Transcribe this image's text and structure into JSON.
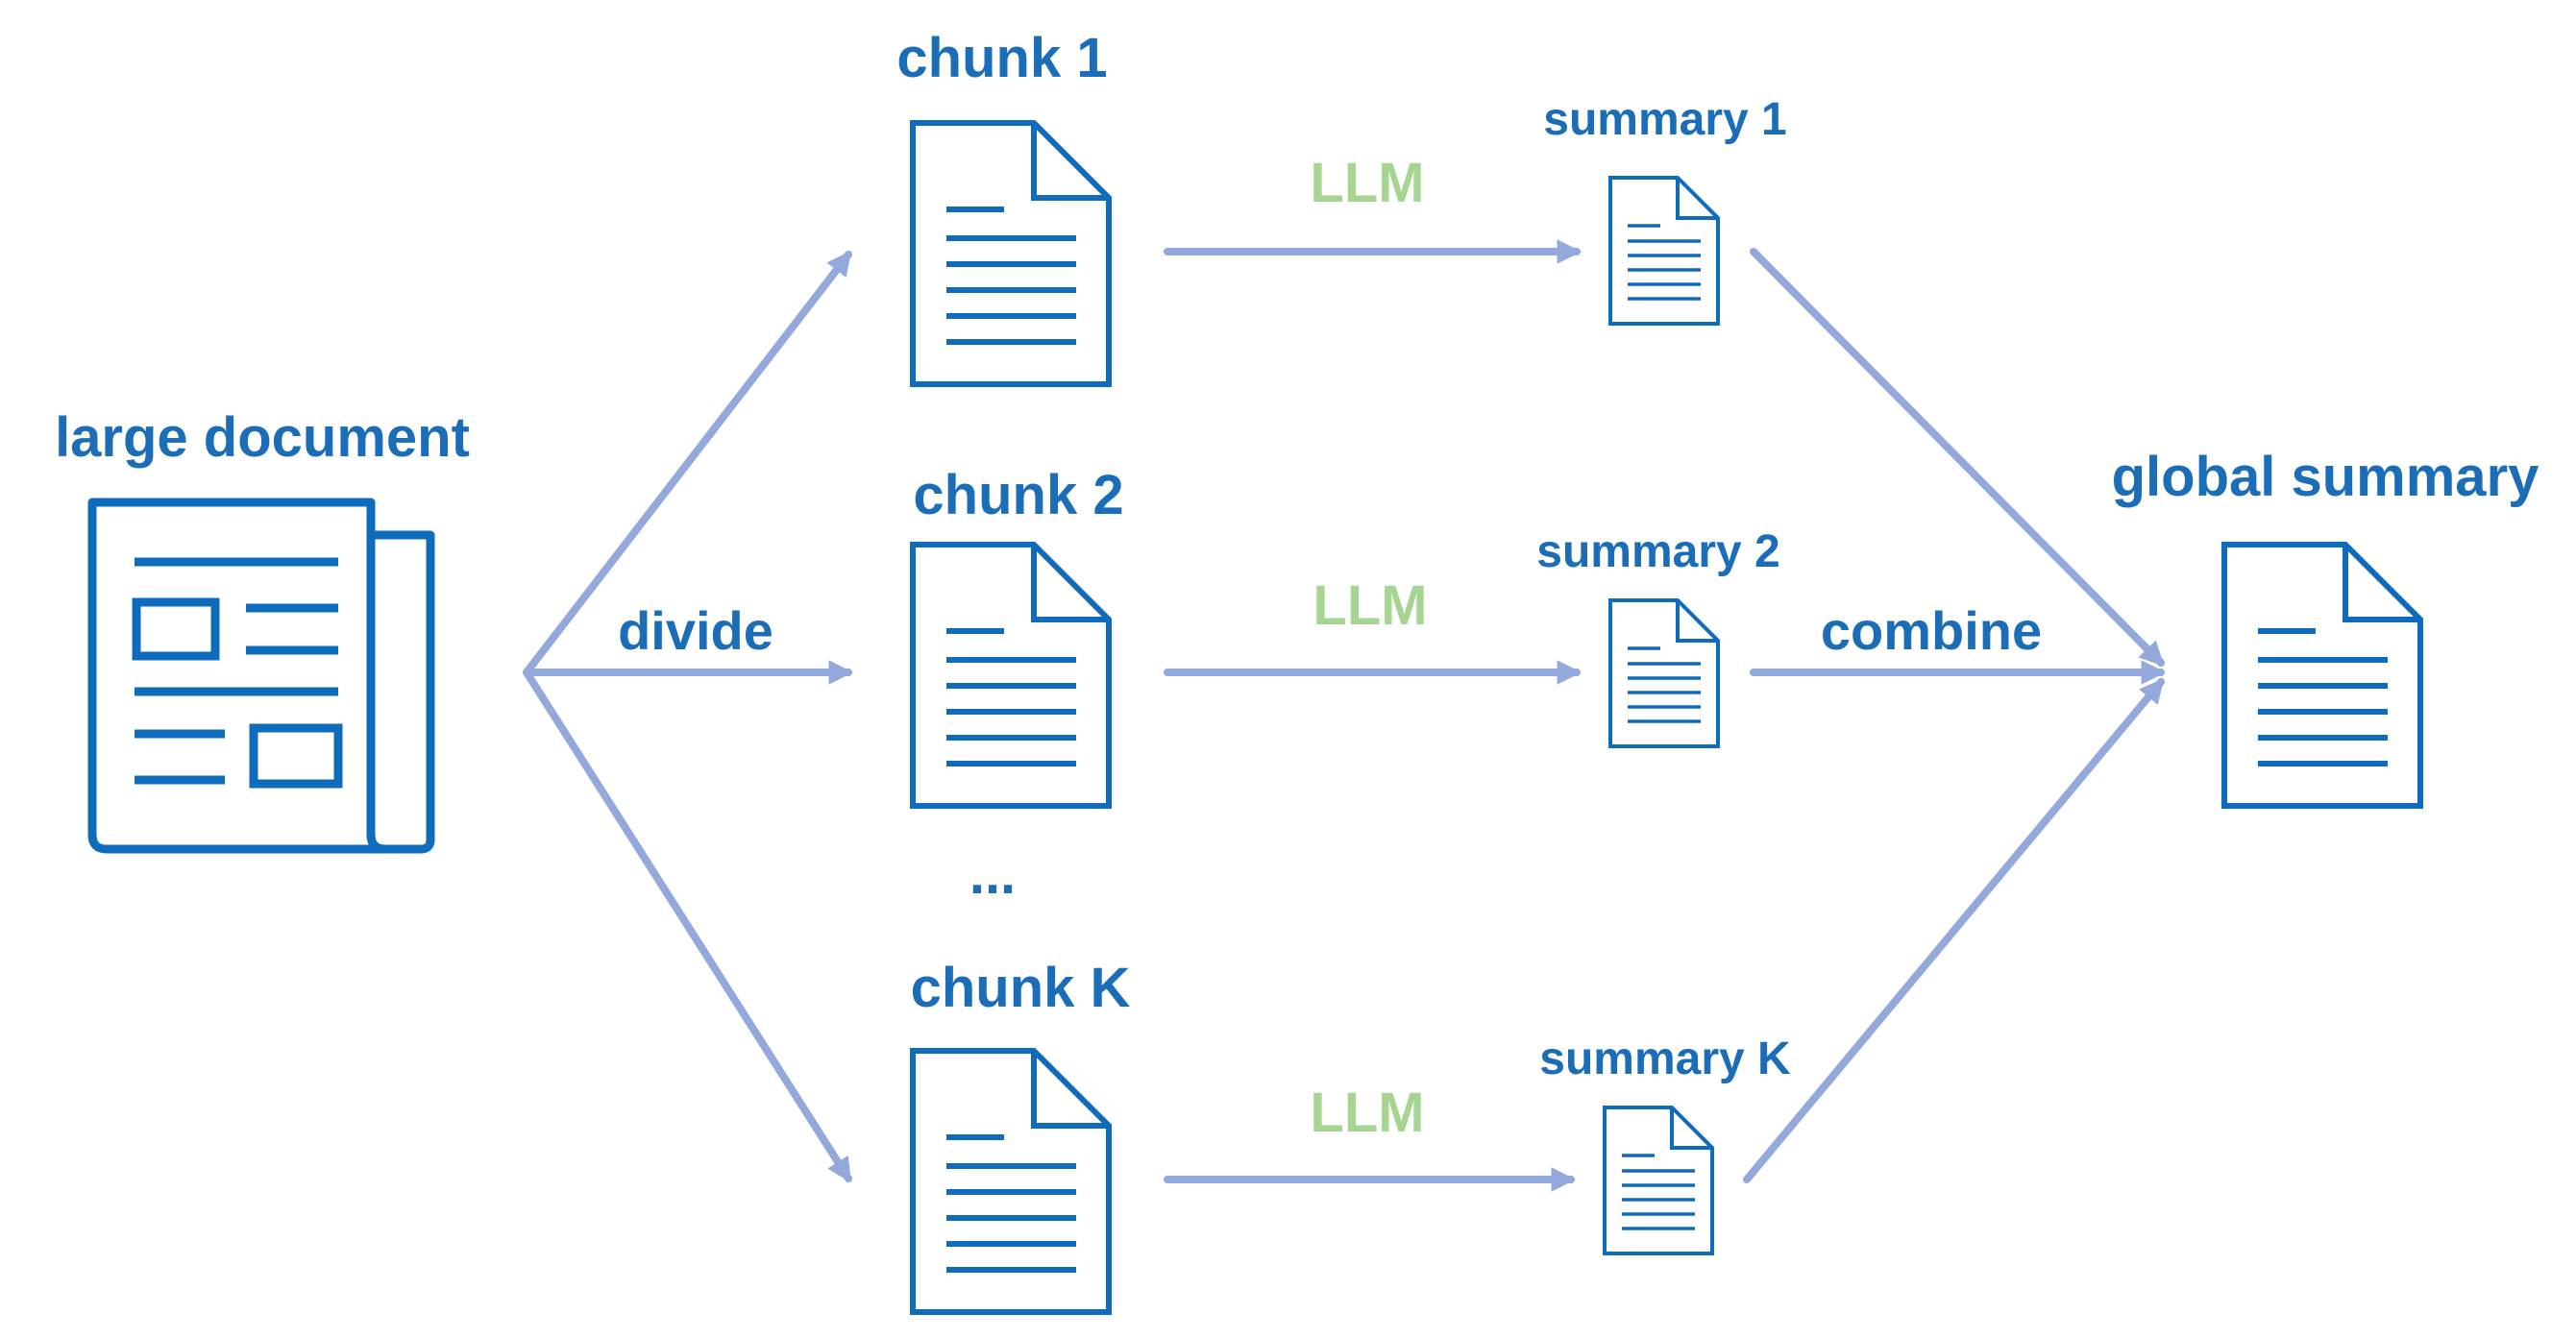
{
  "colors": {
    "icon": "#0F6CBD",
    "label": "#1B6DB8",
    "arrow": "#93A9DC",
    "llm": "#A6D591"
  },
  "source": {
    "label": "large document",
    "icon": "newspaper-icon"
  },
  "chunks": [
    {
      "label": "chunk 1",
      "icon": "document-icon"
    },
    {
      "label": "chunk 2",
      "icon": "document-icon"
    },
    {
      "label": "chunk K",
      "icon": "document-icon"
    }
  ],
  "ellipsis": "...",
  "summaries": [
    {
      "label": "summary 1",
      "icon": "document-icon"
    },
    {
      "label": "summary 2",
      "icon": "document-icon"
    },
    {
      "label": "summary K",
      "icon": "document-icon"
    }
  ],
  "llm_labels": [
    "LLM",
    "LLM",
    "LLM"
  ],
  "divide_label": "divide",
  "combine_label": "combine",
  "output": {
    "label": "global summary",
    "icon": "document-icon"
  }
}
